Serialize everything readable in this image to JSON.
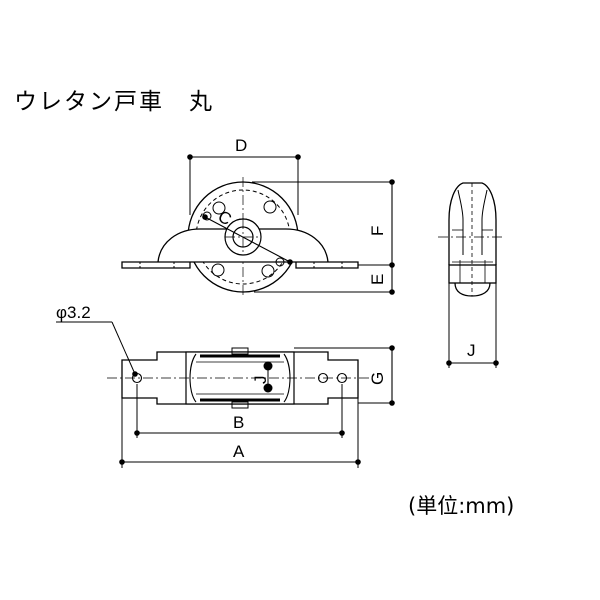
{
  "title": "ウレタン戸車　丸",
  "unit_note": "(単位:mm)",
  "dimension_labels": {
    "a": "A",
    "b": "B",
    "c": "C",
    "d": "D",
    "e": "E",
    "f": "F",
    "g": "G",
    "j_side": "J",
    "j_plan": "J",
    "hole": "φ3.2"
  }
}
